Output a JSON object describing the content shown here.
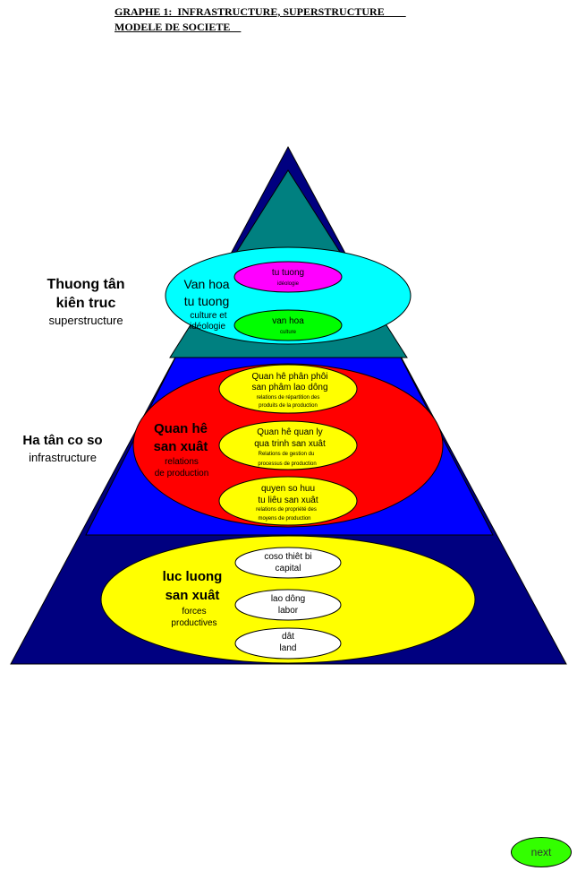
{
  "heading": {
    "line1": "GRAPHE 1:  INFRASTRUCTURE, SUPERSTRUCTURE        ",
    "line2": "MODELE DE SOCIETE    "
  },
  "side_labels": {
    "superstructure_vi": [
      "Thuong tân",
      "kiên truc"
    ],
    "superstructure_fr": "superstructure",
    "infrastructure_vi": "Ha tân co so",
    "infrastructure_fr": "infrastructure"
  },
  "van_hoa": {
    "title": [
      "Van hoa",
      "tu tuong"
    ],
    "subtitle": [
      "culture et",
      "idéologie"
    ],
    "items": [
      {
        "vi": "tu tuong",
        "fr": "idéologie"
      },
      {
        "vi": "van hoa",
        "fr": "culture"
      }
    ]
  },
  "quan_he": {
    "title": [
      "Quan hê",
      "san xuât"
    ],
    "subtitle": [
      "relations",
      "de production"
    ],
    "items": [
      {
        "vi": [
          "Quan hê phân phôi",
          "san phâm lao dông"
        ],
        "fr": [
          "relations de répartition des",
          "produits de la production"
        ]
      },
      {
        "vi": [
          "Quan hê quan ly",
          "qua trinh san xuât"
        ],
        "fr": [
          "Relations de gestion du",
          "processus de production"
        ]
      },
      {
        "vi": [
          "quyen so huu",
          "tu liêu san xuât"
        ],
        "fr": [
          "relations de propriété des",
          "moyens de production"
        ]
      }
    ]
  },
  "luc_luong": {
    "title": [
      "luc luong",
      "san xuât"
    ],
    "subtitle": [
      "forces",
      "productives"
    ],
    "items": [
      {
        "vi": "coso thiêt bi",
        "en": "capital"
      },
      {
        "vi": "lao dông",
        "en": "labor"
      },
      {
        "vi": "dât",
        "en": "land"
      }
    ]
  },
  "next_button": "next",
  "colors": {
    "navy": "#000080",
    "teal": "#008080",
    "blue": "#0000ff",
    "cyan": "#00ffff",
    "magenta": "#ff00ff",
    "green": "#00ff00",
    "red": "#ff0000",
    "yellow": "#ffff00",
    "button_green": "#33ff00"
  }
}
